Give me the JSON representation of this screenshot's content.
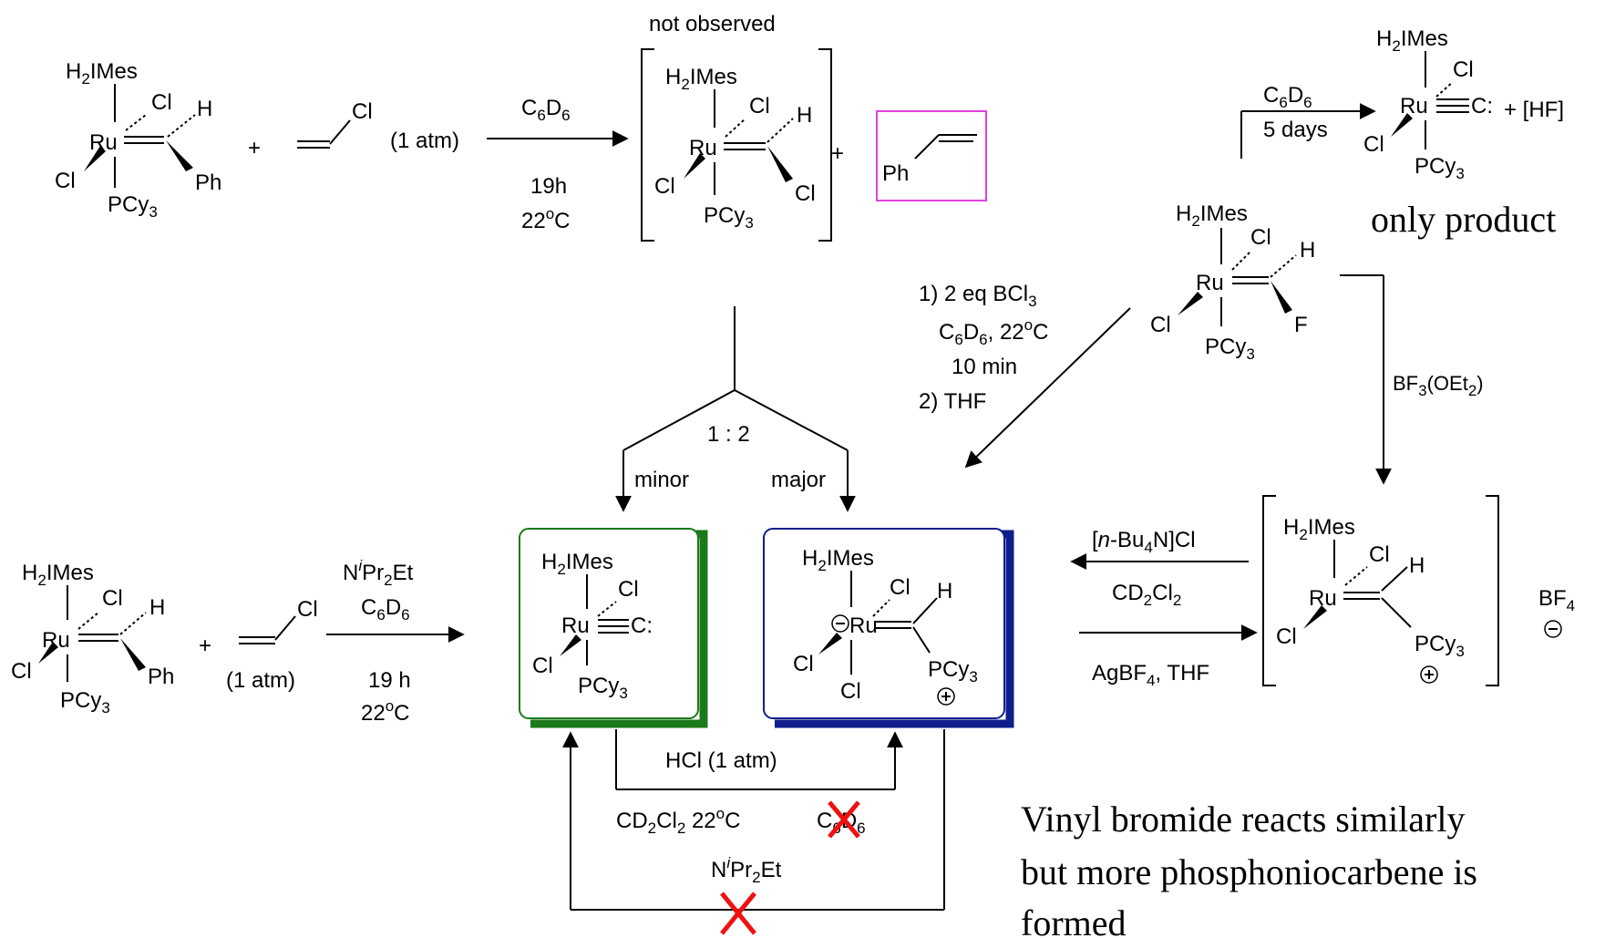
{
  "labels": {
    "h2imes": "H2IMes",
    "cl": "Cl",
    "h": "H",
    "ru": "Ru",
    "ph": "Ph",
    "f": "F",
    "pcy3": "PCy3",
    "plus": "+",
    "one_atm": "(1 atm)"
  },
  "top_reaction": {
    "solvent": "C6D6",
    "time": "19h",
    "temp": "22oC",
    "not_observed": "not observed"
  },
  "top_right": {
    "solvent": "C6D6",
    "time": "5 days",
    "product": "+ [HF]",
    "only_product": "only product"
  },
  "bcl3_conditions": {
    "step1": "1) 2 eq BCl3",
    "solvent_temp": "C6D6, 22oC",
    "time": "10 min",
    "step2": "2) THF"
  },
  "bf3": "BF3(OEt2)",
  "ratio": {
    "value": "1 : 2",
    "minor": "minor",
    "major": "major"
  },
  "bottom_reaction": {
    "base": "NiPr2Et",
    "solvent": "C6D6",
    "time": "19 h",
    "temp": "22oC"
  },
  "right_arrows": {
    "reagent_top": "[n-Bu4N]Cl",
    "solvent": "CD2Cl2",
    "reagent_bottom": "AgBF4, THF"
  },
  "counterion": "BF4",
  "bottom_conditions": {
    "hcl": "HCl (1 atm)",
    "solvents": "CD2Cl2 22oC",
    "bad_solvent": "C6D6",
    "base": "NiPr2Et"
  },
  "note": {
    "line1": "Vinyl bromide reacts similarly",
    "line2": "but more phosphoniocarbene is",
    "line3": "formed"
  },
  "colors": {
    "green_box": "#1a7a1a",
    "blue_box": "#101e8c",
    "magenta_box": "#e040e0",
    "cross": "#ee1111"
  }
}
